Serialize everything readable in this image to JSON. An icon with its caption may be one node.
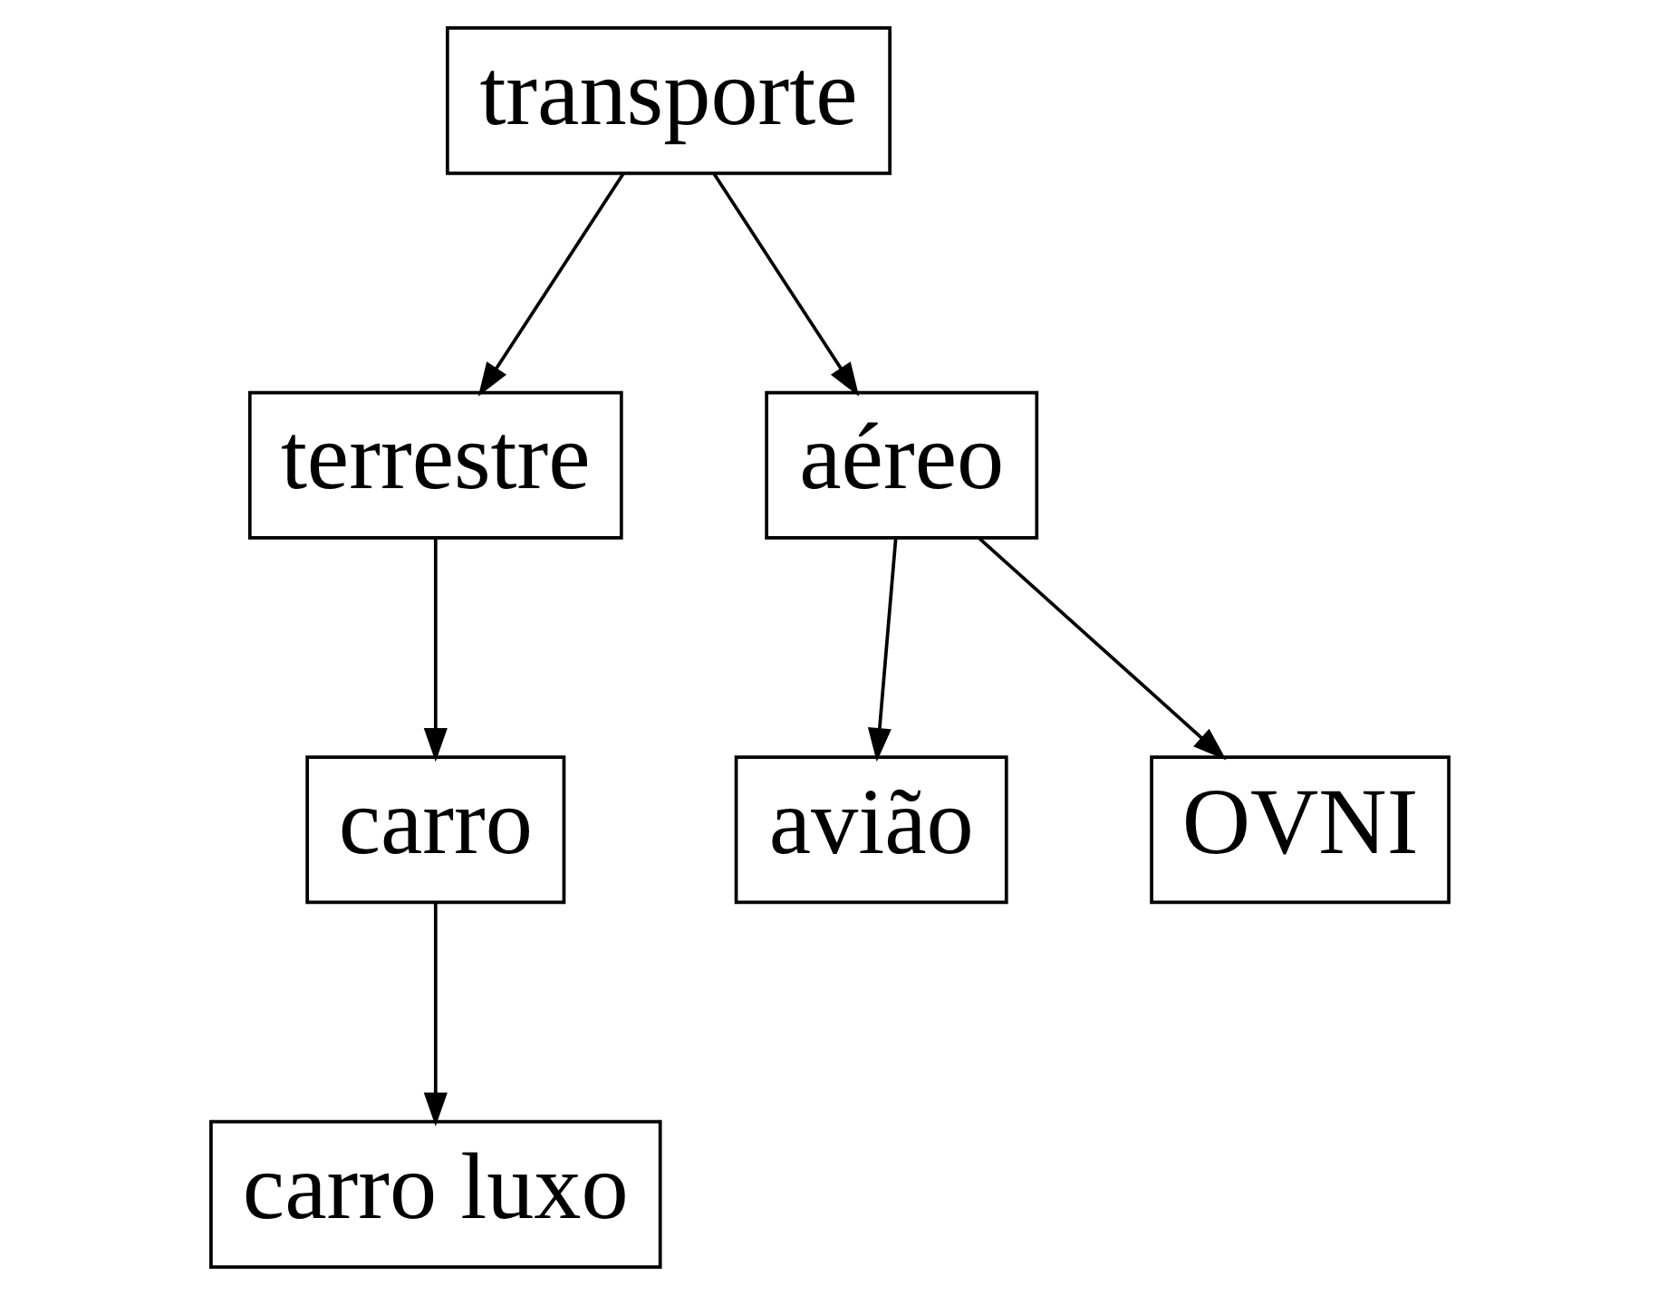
{
  "diagram": {
    "nodes": [
      {
        "text": [
          "transporte"
        ]
      },
      {
        "text": [
          "terrestre"
        ]
      },
      {
        "text": [
          "aéreo"
        ]
      },
      {
        "text": [
          "carro"
        ]
      },
      {
        "text": [
          "avião"
        ]
      },
      {
        "text": [
          "OVNI"
        ]
      },
      {
        "text": [
          "carro luxo"
        ]
      }
    ],
    "edges": [
      {
        "from": 0,
        "to": 1,
        "arrow": "to"
      },
      {
        "from": 0,
        "to": 2,
        "arrow": "to"
      },
      {
        "from": 1,
        "to": 3,
        "arrow": "to"
      },
      {
        "from": 2,
        "to": 4,
        "arrow": "to"
      },
      {
        "from": 2,
        "to": 5,
        "arrow": "to"
      },
      {
        "from": 3,
        "to": 6,
        "arrow": "to"
      }
    ]
  }
}
